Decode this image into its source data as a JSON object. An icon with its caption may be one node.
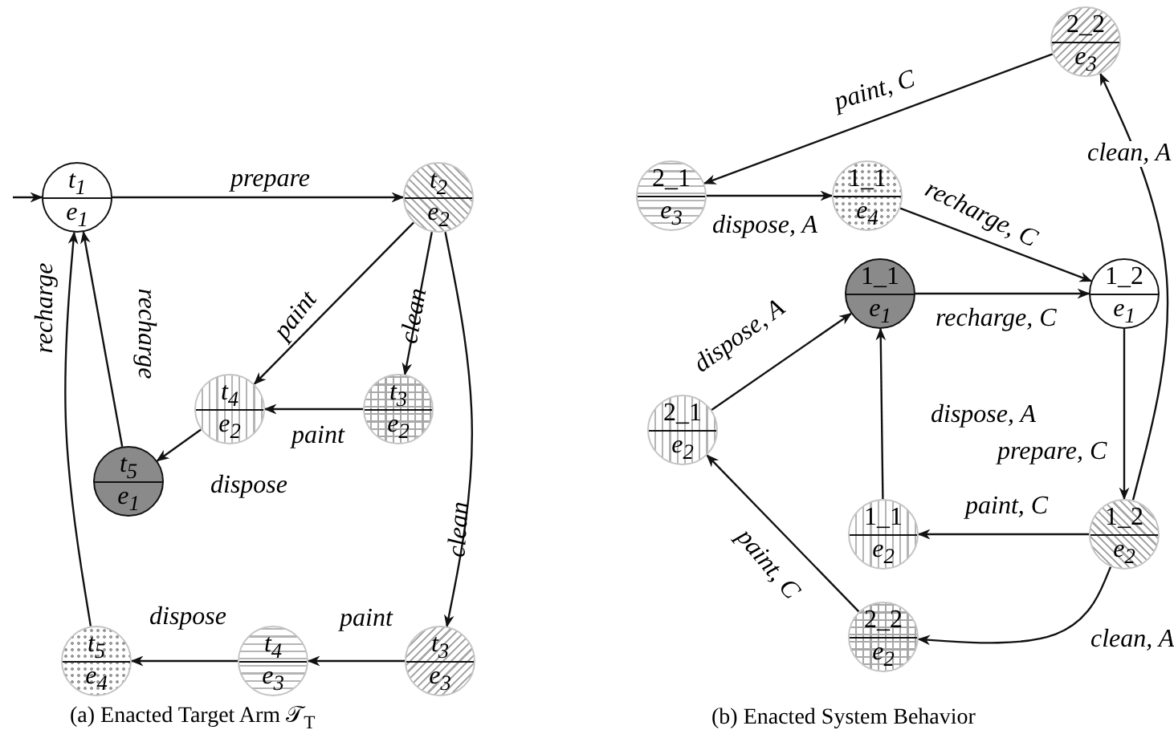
{
  "diagram": {
    "nodes": [
      {
        "text": [
          "t$_{1}$",
          "e$_{1}$"
        ]
      },
      {
        "text": [
          "t$_{2}$",
          "e$_{2}$"
        ]
      },
      {
        "text": [
          "t$_{4}$",
          "e$_{2}$"
        ]
      },
      {
        "text": [
          "t$_{3}$",
          "e$_{2}$"
        ]
      },
      {
        "text": [
          "t$_{5}$",
          "e$_{1}$"
        ]
      },
      {
        "text": [
          "t$_{5}$",
          "e$_{4}$"
        ]
      },
      {
        "text": [
          "t$_{4}$",
          "e$_{3}$"
        ]
      },
      {
        "text": [
          "t$_{3}$",
          "e$_{3}$"
        ]
      },
      {
        "text": [
          "2_2",
          "e$_{3}$"
        ]
      },
      {
        "text": [
          "2_1",
          "e$_{3}$"
        ]
      },
      {
        "text": [
          "1_1",
          "e$_{4}$"
        ]
      },
      {
        "text": [
          "1_1",
          "e$_{1}$"
        ]
      },
      {
        "text": [
          "1_2",
          "e$_{1}$"
        ]
      },
      {
        "text": [
          "2_1",
          "e$_{2}$"
        ]
      },
      {
        "text": [
          "1_1",
          "e$_{2}$"
        ]
      },
      {
        "text": [
          "1_2",
          "e$_{2}$"
        ]
      },
      {
        "text": [
          "2_2",
          "e$_{2}$"
        ]
      }
    ],
    "edges": [
      {
        "from": null,
        "to": 0,
        "arrow": "to"
      },
      {
        "from": 0,
        "to": 1,
        "arrow": "to",
        "label": "prepare"
      },
      {
        "from": 1,
        "to": 2,
        "arrow": "to",
        "label": "paint"
      },
      {
        "from": 1,
        "to": 3,
        "arrow": "to",
        "label": "clean"
      },
      {
        "from": 3,
        "to": 2,
        "arrow": "to",
        "label": "paint"
      },
      {
        "from": 2,
        "to": 4,
        "arrow": "to",
        "label": "dispose"
      },
      {
        "from": 4,
        "to": 0,
        "arrow": "to",
        "label": "recharge"
      },
      {
        "from": 1,
        "to": 7,
        "arrow": "to",
        "label": "clean"
      },
      {
        "from": 7,
        "to": 6,
        "arrow": "to",
        "label": "paint"
      },
      {
        "from": 6,
        "to": 5,
        "arrow": "to",
        "label": "dispose"
      },
      {
        "from": 5,
        "to": 0,
        "arrow": "to",
        "label": "recharge"
      },
      {
        "from": 8,
        "to": 9,
        "arrow": "to",
        "label": "paint, C"
      },
      {
        "from": 9,
        "to": 10,
        "arrow": "to",
        "label": "dispose, A"
      },
      {
        "from": 10,
        "to": 12,
        "arrow": "to",
        "label": "recharge, C"
      },
      {
        "from": 11,
        "to": 12,
        "arrow": "to",
        "label": "recharge, C"
      },
      {
        "from": 12,
        "to": 15,
        "arrow": "to",
        "label": "prepare, C"
      },
      {
        "from": 15,
        "to": 8,
        "arrow": "to",
        "label": "clean, A"
      },
      {
        "from": 15,
        "to": 14,
        "arrow": "to",
        "label": "paint, C"
      },
      {
        "from": 14,
        "to": 11,
        "arrow": "to",
        "label": "dispose, A"
      },
      {
        "from": 15,
        "to": 16,
        "arrow": "to",
        "label": "clean, A"
      },
      {
        "from": 16,
        "to": 13,
        "arrow": "to",
        "label": "paint, C"
      },
      {
        "from": 13,
        "to": 11,
        "arrow": "to",
        "label": "dispose, A"
      }
    ],
    "labels": [
      "(a) Enacted Target Arm 𝒯$_{T}$",
      "(b) Enacted System Behavior"
    ]
  }
}
